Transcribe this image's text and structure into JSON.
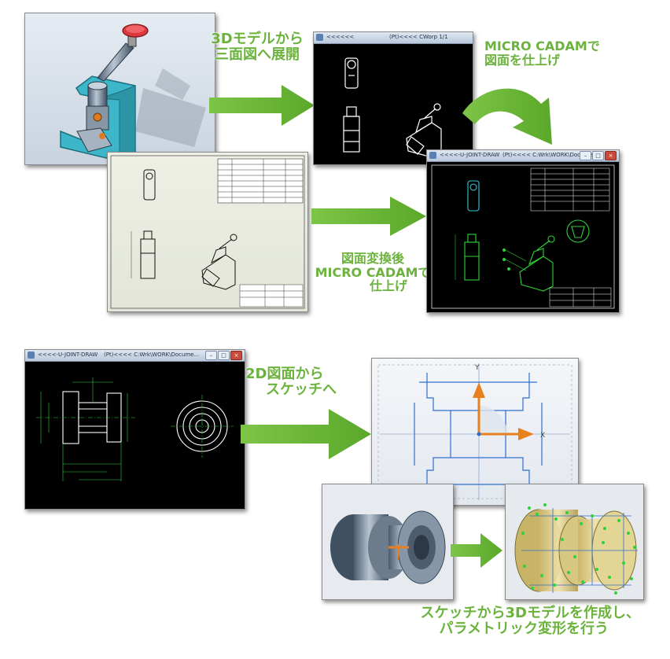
{
  "captions": {
    "to_three_view_line1": "3Dモデルから",
    "to_three_view_line2": "三面図へ展開",
    "finish_micro_line1": "MICRO CADAMで",
    "finish_micro_line2": "図面を仕上げ",
    "convert_line1": "図面変換後",
    "convert_line2": "MICRO CADAMで",
    "convert_line3": "仕上げ",
    "sketch_line1": "2D図面から",
    "sketch_line2": "スケッチへ",
    "create3d_line1": "スケッチから3Dモデルを作成し、",
    "create3d_line2": "パラメトリック変形を行う"
  },
  "windows": {
    "three_view": {
      "title": "<<<<<<",
      "path": "(Pt)<<<< CWorp   1/1"
    },
    "finished": {
      "title": "<<<<-U-JOINT-DRAW",
      "path": "(Pt)<<<< C:Wrk\\WORK\\Docume..."
    },
    "joint_2d": {
      "title": "<<<<-U-JOINT-DRAW",
      "path": "(Pt)<<<< C:Wrk\\WORK\\Docume..."
    }
  },
  "sketch": {
    "y_axis_label": "Y",
    "x_axis_label": "X"
  },
  "colors": {
    "accent_green": "#6cb33e",
    "orange": "#e8801e",
    "teal": "#3cb6c8",
    "cad_green": "#2fd13a"
  }
}
